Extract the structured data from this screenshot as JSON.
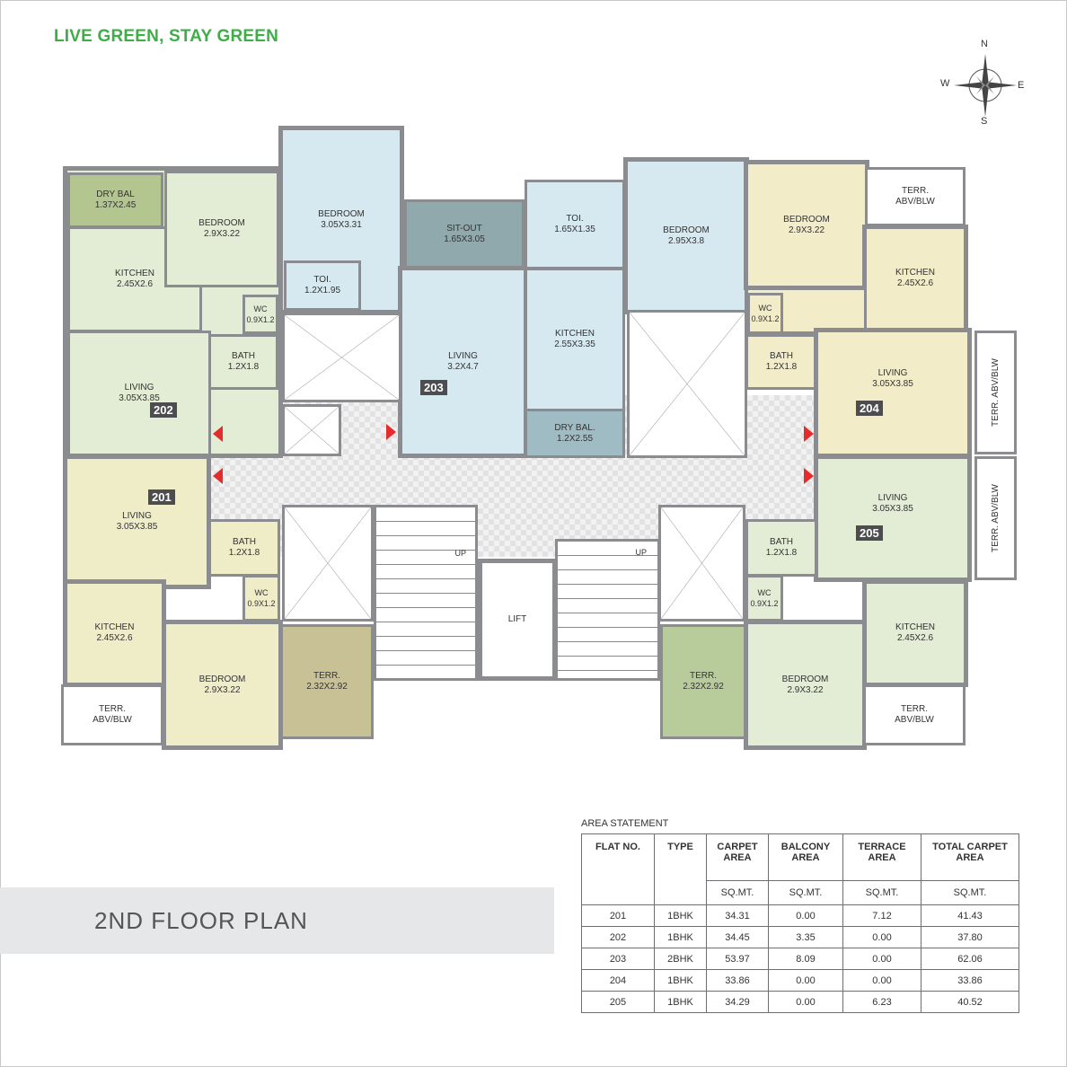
{
  "tagline": "LIVE GREEN, STAY GREEN",
  "compass": {
    "n": "N",
    "s": "S",
    "e": "E",
    "w": "W"
  },
  "title": "2ND FLOOR PLAN",
  "colors": {
    "tagline": "#3fae49",
    "flat_202": "#e3ecd5",
    "flat_203": "#d6e9f0",
    "flat_204": "#f3ecc9",
    "flat_201": "#efecc8",
    "flat_205": "#e3ecd5",
    "wall": "#8a8c8f",
    "arrow": "#e52b2b"
  },
  "flats": {
    "f202": {
      "no": "202",
      "dry_bal": [
        "DRY BAL",
        "1.37X2.45"
      ],
      "kitchen": [
        "KITCHEN",
        "2.45X2.6"
      ],
      "bedroom": [
        "BEDROOM",
        "2.9X3.22"
      ],
      "wc": [
        "WC",
        "0.9X1.2"
      ],
      "bath": [
        "BATH",
        "1.2X1.8"
      ],
      "living": [
        "LIVING",
        "3.05X3.85"
      ]
    },
    "f203": {
      "no": "203",
      "bedroom1": [
        "BEDROOM",
        "3.05X3.31"
      ],
      "toi1": [
        "TOI.",
        "1.2X1.95"
      ],
      "sitout": [
        "SIT-OUT",
        "1.65X3.05"
      ],
      "living": [
        "LIVING",
        "3.2X4.7"
      ],
      "toi2": [
        "TOI.",
        "1.65X1.35"
      ],
      "kitchen": [
        "KITCHEN",
        "2.55X3.35"
      ],
      "dry_bal": [
        "DRY BAL.",
        "1.2X2.55"
      ],
      "bedroom2": [
        "BEDROOM",
        "2.95X3.8"
      ]
    },
    "f204": {
      "no": "204",
      "bedroom": [
        "BEDROOM",
        "2.9X3.22"
      ],
      "terr": [
        "TERR.",
        "ABV/BLW"
      ],
      "kitchen": [
        "KITCHEN",
        "2.45X2.6"
      ],
      "wc": [
        "WC",
        "0.9X1.2"
      ],
      "bath": [
        "BATH",
        "1.2X1.8"
      ],
      "living": [
        "LIVING",
        "3.05X3.85"
      ]
    },
    "f201": {
      "no": "201",
      "living": [
        "LIVING",
        "3.05X3.85"
      ],
      "bath": [
        "BATH",
        "1.2X1.8"
      ],
      "wc": [
        "WC",
        "0.9X1.2"
      ],
      "kitchen": [
        "KITCHEN",
        "2.45X2.6"
      ],
      "bedroom": [
        "BEDROOM",
        "2.9X3.22"
      ],
      "terr": [
        "TERR.",
        "2.32X2.92"
      ],
      "terr_abv": [
        "TERR.",
        "ABV/BLW"
      ]
    },
    "f205": {
      "no": "205",
      "living": [
        "LIVING",
        "3.05X3.85"
      ],
      "bath": [
        "BATH",
        "1.2X1.8"
      ],
      "wc": [
        "WC",
        "0.9X1.2"
      ],
      "kitchen": [
        "KITCHEN",
        "2.45X2.6"
      ],
      "bedroom": [
        "BEDROOM",
        "2.9X3.22"
      ],
      "terr": [
        "TERR.",
        "2.32X2.92"
      ],
      "terr_abv": [
        "TERR.",
        "ABV/BLW"
      ]
    }
  },
  "side_terr": [
    "TERR. ABV/BLW",
    "TERR. ABV/BLW"
  ],
  "core": {
    "lift": "LIFT",
    "up1": "UP",
    "up2": "UP"
  },
  "area_statement": {
    "title": "AREA STATEMENT",
    "headers": [
      "FLAT NO.",
      "TYPE",
      "CARPET AREA",
      "BALCONY AREA",
      "TERRACE AREA",
      "TOTAL CARPET AREA"
    ],
    "units": [
      "SQ.MT.",
      "SQ.MT.",
      "SQ.MT.",
      "SQ.MT."
    ],
    "rows": [
      [
        "201",
        "1BHK",
        "34.31",
        "0.00",
        "7.12",
        "41.43"
      ],
      [
        "202",
        "1BHK",
        "34.45",
        "3.35",
        "0.00",
        "37.80"
      ],
      [
        "203",
        "2BHK",
        "53.97",
        "8.09",
        "0.00",
        "62.06"
      ],
      [
        "204",
        "1BHK",
        "33.86",
        "0.00",
        "0.00",
        "33.86"
      ],
      [
        "205",
        "1BHK",
        "34.29",
        "0.00",
        "6.23",
        "40.52"
      ]
    ]
  }
}
